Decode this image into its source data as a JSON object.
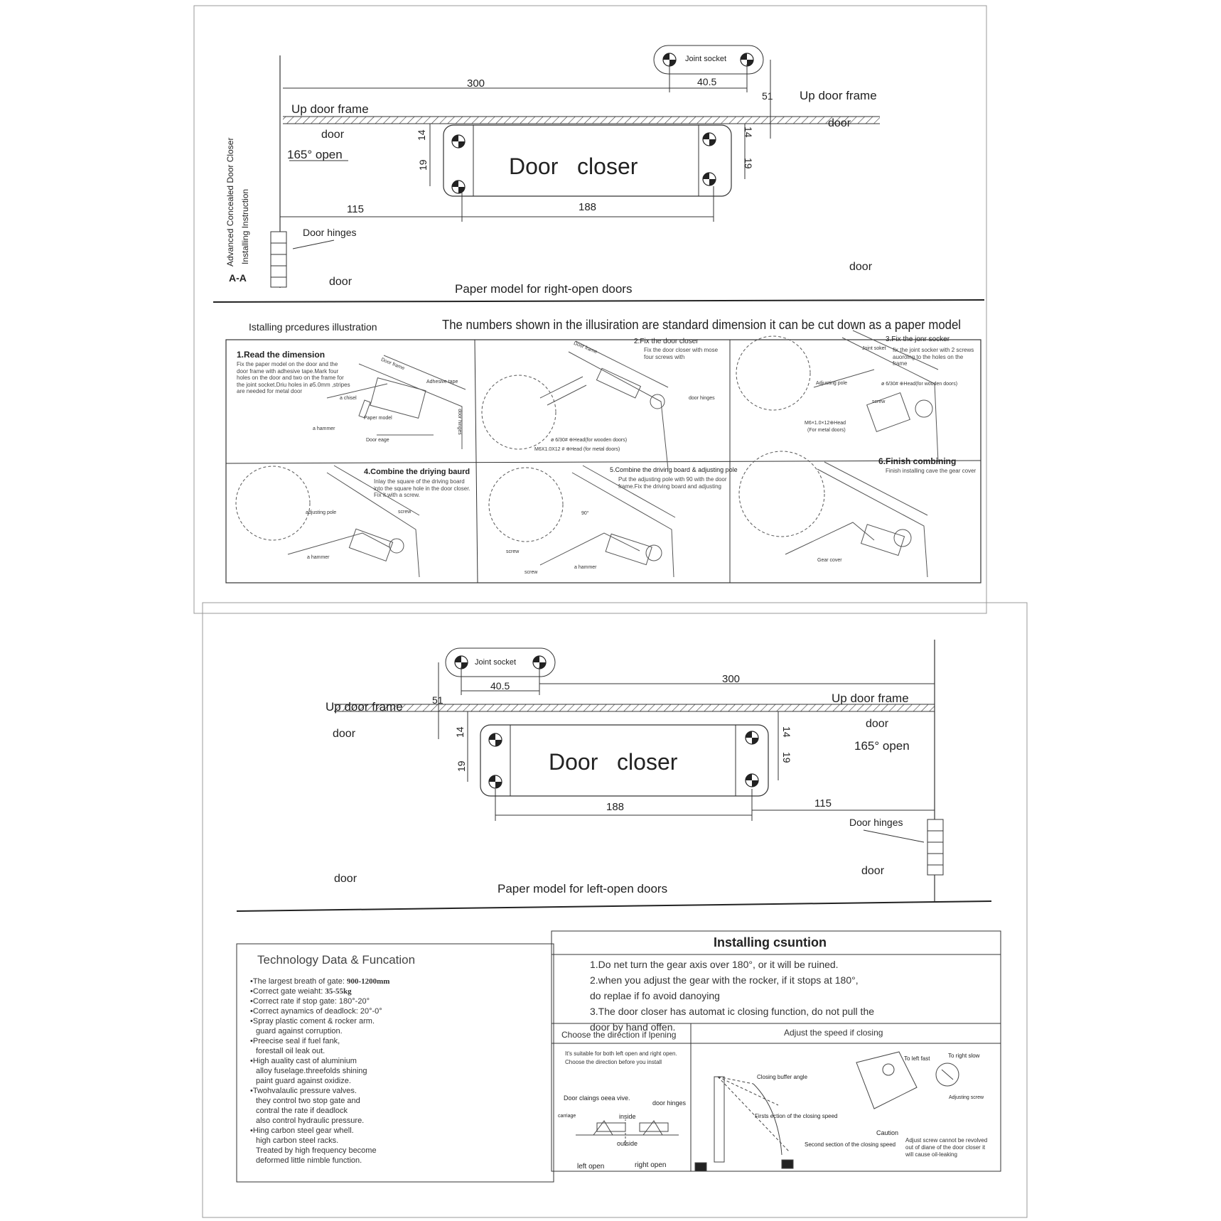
{
  "side_title": {
    "line1": "Advanced Concealed Door Closer",
    "line2": "Installing Instruction",
    "section": "A-A"
  },
  "right_model": {
    "joint_socket": "Joint socket",
    "dim_300": "300",
    "dim_40_5": "40.5",
    "dim_51": "51",
    "dim_14_l": "14",
    "dim_19_l": "19",
    "dim_14_r": "14",
    "dim_19_r": "19",
    "dim_115": "115",
    "dim_188": "188",
    "up_frame_left": "Up door frame",
    "up_frame_right": "Up door frame",
    "door_1": "door",
    "door_2": "door",
    "door_3": "door",
    "door_4": "door",
    "open_angle": "165° open",
    "closer": "Door   closer",
    "hinges": "Door hinges",
    "caption": "Paper model for right-open doors"
  },
  "procedures": {
    "heading": "Istalling prcedures illustration",
    "banner": "The numbers shown in the illusiration are standard dimension it can be cut down as a paper model",
    "steps": [
      {
        "title": "1.Read  the dimension",
        "desc": "Fix the paper model on the door and the door frame with adhesive tape.Mark four holes on the door and two on the frame for the joint socket.Driu holes in ø5.0mm ,stripes are needed for metal door",
        "labels": [
          "Door frame",
          "Adhesive tape",
          "a chisel",
          "Paper model",
          "a hammer",
          "Door eage",
          "door hinges"
        ]
      },
      {
        "title": "2.Fix the door closer",
        "desc": "Fix the door closer with mose four screws with",
        "labels": [
          "Door frame",
          "door hinges",
          "ø 6/30# ⊕Head(for wooden doors)",
          "M6X1.0X12 # ⊕Head  (for metal doors)"
        ]
      },
      {
        "title": "3.Fix the jonr socker",
        "desc": "fix the joint socker with 2 screws auoroing to the holes on the frame",
        "labels": [
          "Joint soket",
          "Adjusting pole",
          "ø 6/30# ⊕Head(for wooden doors)",
          "M6×1.0×12⊕Head",
          "(For metal doors)",
          "screw"
        ]
      },
      {
        "title": "4.Combine the driying baurd",
        "desc": "Inlay the square of the driving board into the square hole in the door closer. Fix it with a screw.",
        "labels": [
          "screw",
          "adjusting pole",
          "a hammer"
        ]
      },
      {
        "title": "5.Combine the driving board & adjusting pole",
        "desc": "Put the adjusting pole with 90 with the door frame.Fix the driving board and adjusting",
        "labels": [
          "90°",
          "screw",
          "a hammer",
          "screw"
        ]
      },
      {
        "title": "6.Finish combining",
        "desc": "Finish installing cave the gear cover",
        "labels": [
          "Gear cover"
        ]
      }
    ]
  },
  "left_model": {
    "joint_socket": "Joint socket",
    "dim_300": "300",
    "dim_40_5": "40.5",
    "dim_51": "51",
    "dim_14_l": "14",
    "dim_19_l": "19",
    "dim_14_r": "14",
    "dim_19_r": "19",
    "dim_188": "188",
    "dim_115": "115",
    "up_frame_left": "Up door frame",
    "up_frame_right": "Up door frame",
    "door_1": "door",
    "door_2": "door",
    "door_3": "door",
    "door_4": "door",
    "open_angle": "165° open",
    "closer": "Door   closer",
    "hinges": "Door hinges",
    "caption": "Paper model for left-open doors"
  },
  "tech": {
    "title": "Technology Data & Funcation",
    "items": [
      {
        "label": "•The largest breath of gate:",
        "value": "900-1200mm"
      },
      {
        "label": "•Correct gate weiaht:",
        "value": "35-55kg"
      },
      {
        "label": "•Correct rate if stop gate:",
        "value": "180°-20°"
      },
      {
        "label": "•Correct aynamics of deadlock:",
        "value": "20°-0°"
      },
      {
        "label": "•Spray plastic coment & rocker arm.",
        "value": ""
      },
      {
        "label": "  guard against corruption.",
        "value": ""
      },
      {
        "label": "•Preecise seal if fuel fank,",
        "value": ""
      },
      {
        "label": "  forestall oil leak out.",
        "value": ""
      },
      {
        "label": "•High auality cast of aluminium",
        "value": ""
      },
      {
        "label": "  alloy fuselage.threefolds shining",
        "value": ""
      },
      {
        "label": "  paint guard against oxidize.",
        "value": ""
      },
      {
        "label": "•Twohvalaulic pressure valves.",
        "value": ""
      },
      {
        "label": "  they control two stop gate and",
        "value": ""
      },
      {
        "label": "  contral the rate if deadlock",
        "value": ""
      },
      {
        "label": "  also control hydraulic pressure.",
        "value": ""
      },
      {
        "label": "•Hing carbon steel gear whell.",
        "value": ""
      },
      {
        "label": "  high carbon steel racks.",
        "value": ""
      },
      {
        "label": "  Treated by high frequency become",
        "value": ""
      },
      {
        "label": "  deformed little nimble function.",
        "value": ""
      }
    ]
  },
  "caution": {
    "title": "Installing csuntion",
    "lines": [
      "1.Do net turn the gear axis over 180°, or it will be ruined.",
      "2.when you adjust the gear with the rocker, if it stops at 180°,",
      "do replae if fo avoid danoying",
      "3.The door closer has automat ic closing function, do not pull the",
      "door by hand offen."
    ]
  },
  "direction": {
    "title": "Choose the direction if lpening",
    "desc1": "It's suitable for both left open and right open.",
    "desc2": "Choose the direction before you install",
    "labels": [
      "Door claings oeea vive.",
      "door hinges",
      "carriage",
      "inside",
      "outside",
      "left open",
      "right open"
    ]
  },
  "speed": {
    "title": "Adjust the speed if closing",
    "labels": [
      "Closing buffer angle",
      "Firsts ection of the closing speed",
      "Second section of the closing speed",
      "To left fast",
      "To right slow",
      "Adjusting screw",
      "Caution",
      "Adjust screw cannot be revolved out of diane of the door closer it will cause oil-leaking"
    ]
  }
}
